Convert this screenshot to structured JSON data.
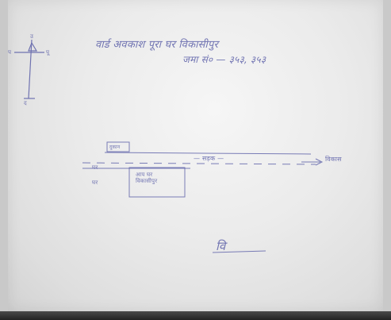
{
  "document": {
    "title_line": "वार्ड अवकाश पूरा घर विकासीपुर",
    "file_line": "जमा सं० — ३५३, ३५३",
    "road_label": "— सड़क —",
    "road_destination": "विकास",
    "plot_label": "आप घर विकासीपुर",
    "side_label_1": "घर",
    "side_label_2": "घर",
    "shop_label": "दुकान",
    "compass": {
      "north": "उ",
      "east": "पू",
      "west": "प",
      "south": "द"
    },
    "signature": "वि"
  },
  "colors": {
    "ink": "#5b5fa8",
    "paper": "#ececec"
  }
}
